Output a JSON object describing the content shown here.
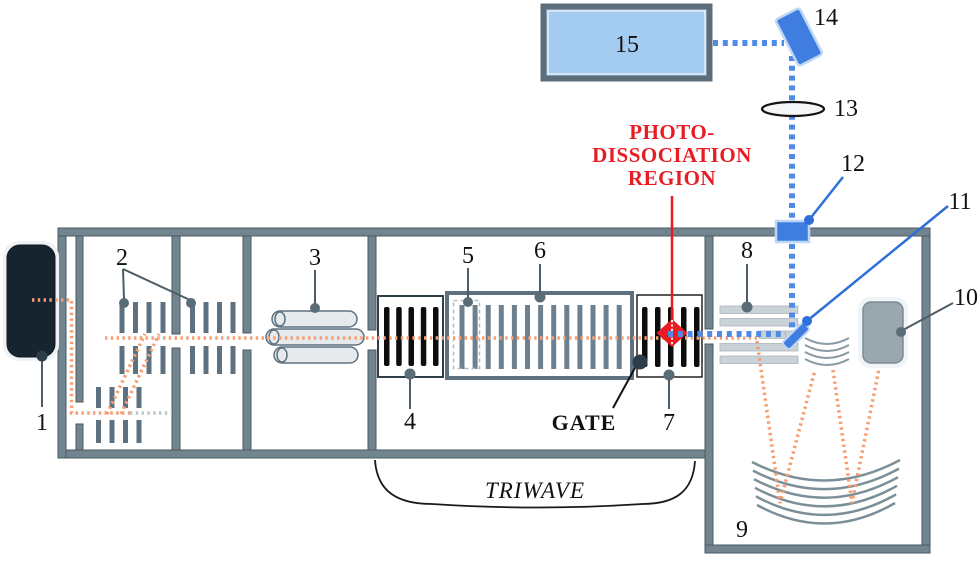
{
  "diagram": {
    "labels": {
      "n1": "1",
      "n2": "2",
      "n3": "3",
      "n4": "4",
      "n5": "5",
      "n6": "6",
      "n7": "7",
      "n8": "8",
      "n9": "9",
      "n10": "10",
      "n11": "11",
      "n12": "12",
      "n13": "13",
      "n14": "14",
      "n15": "15"
    },
    "annotations": {
      "gate": "GATE",
      "triwave": "TRIWAVE",
      "photo": {
        "l1": "PHOTO-",
        "l2": "DISSOCIATION",
        "l3": "REGION"
      }
    },
    "colors": {
      "structure_wall": "#72858f",
      "electrode_gray": "#5d7180",
      "bar_black": "#0d0d0d",
      "ion_beam_orange": "#f79d71",
      "neutral_dots_gray": "#b9c6cc",
      "laser_beam_blue": "#4f8ae8",
      "component_blue": "#3f7ee0",
      "pointer_blue": "#2f6fd8",
      "highlight_red": "#e81c22",
      "laser_fill": "#a4cbf0",
      "source_dark": "#16242f",
      "plate_light": "#c9d2d7",
      "detector_gray": "#9aa7ae"
    }
  }
}
